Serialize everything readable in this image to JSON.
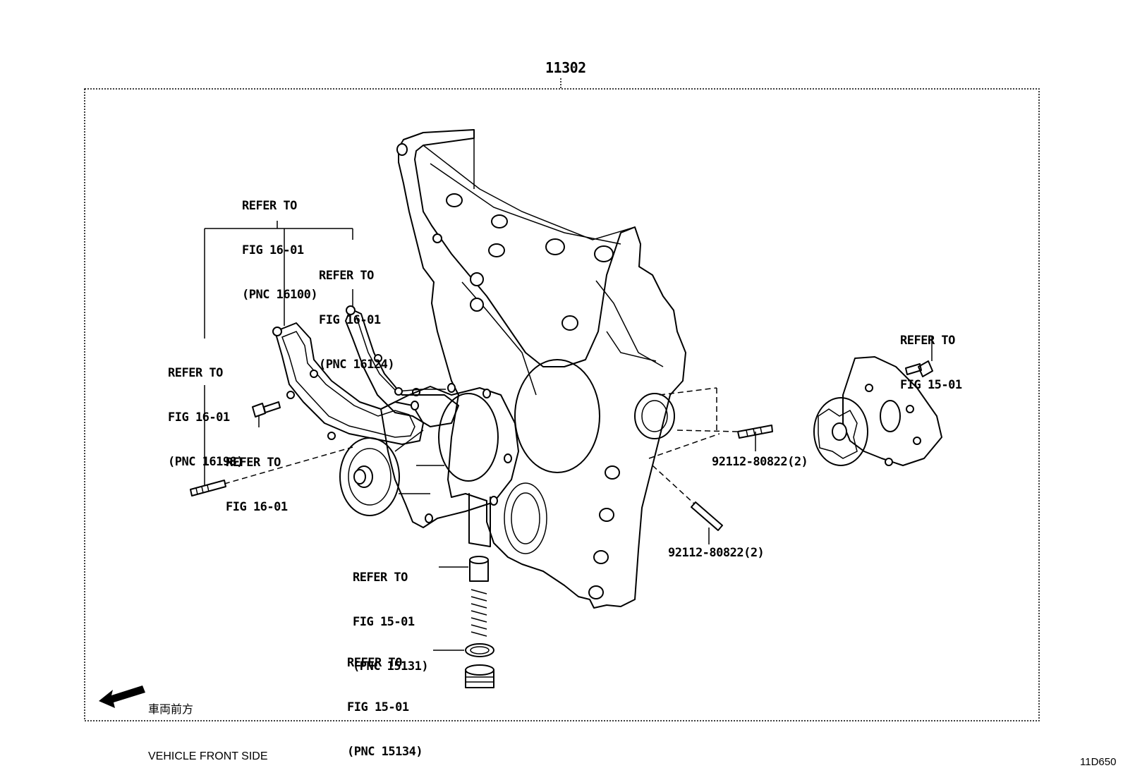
{
  "assembly_number": "11302",
  "callouts": {
    "pnc_16100": [
      "REFER TO",
      "FIG 16-01",
      "(PNC 16100)"
    ],
    "pnc_16124": [
      "REFER TO",
      "FIG 16-01",
      "(PNC 16124)"
    ],
    "pnc_16198": [
      "REFER TO",
      "FIG 16-01",
      "(PNC 16198)"
    ],
    "fig_16_01": [
      "REFER TO",
      "FIG 16-01"
    ],
    "fig_15_01": [
      "REFER TO",
      "FIG 15-01"
    ],
    "pnc_15131": [
      "REFER TO",
      "FIG 15-01",
      "(PNC 15131)"
    ],
    "pnc_15134": [
      "REFER TO",
      "FIG 15-01",
      "(PNC 15134)"
    ]
  },
  "part_numbers": {
    "stud_upper": "92112-80822(2)",
    "stud_lower": "92112-80822(2)"
  },
  "vehicle_front": {
    "japanese": "車両前方",
    "english": "VEHICLE FRONT SIDE"
  },
  "diagram_code": "11D650"
}
